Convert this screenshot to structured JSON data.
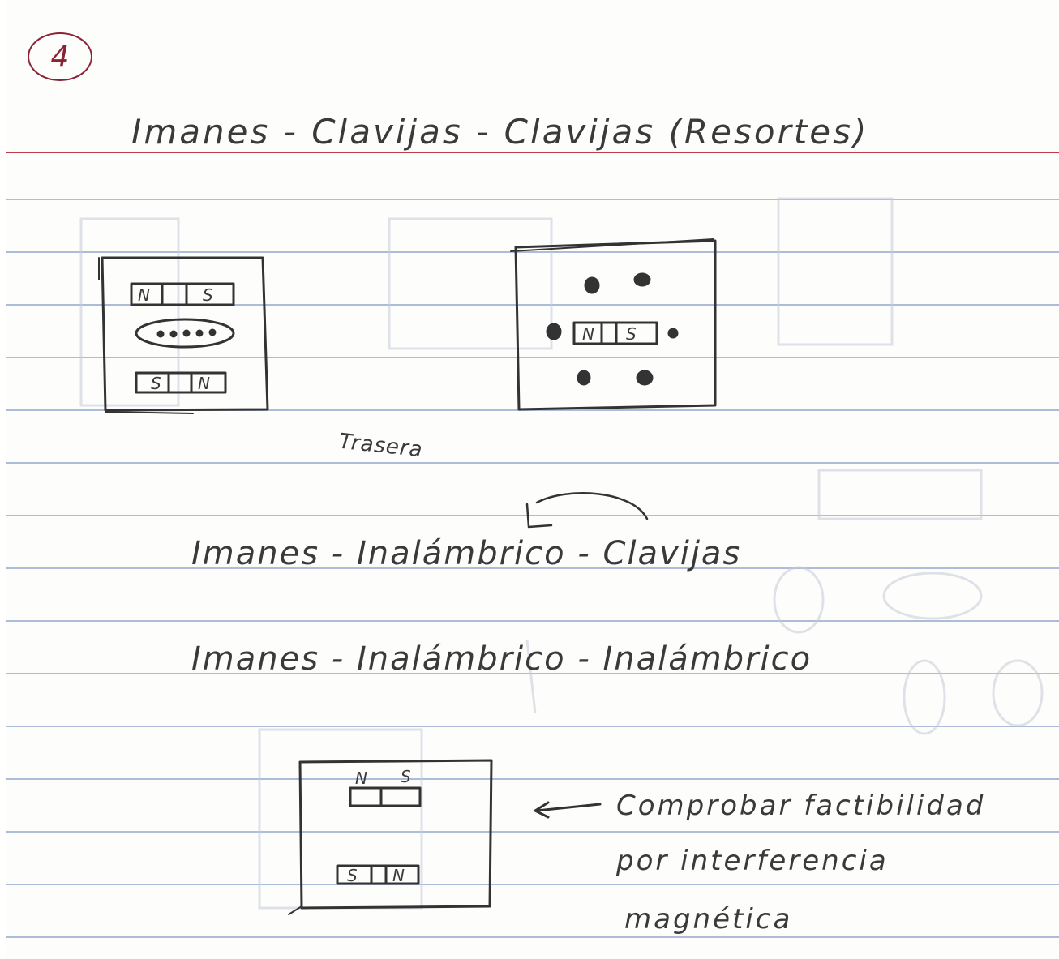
{
  "page": {
    "number": "4",
    "title": "Imanes - Clavijas - Clavijas (Resortes)"
  },
  "sketch_left": {
    "magnet_top": {
      "pole_a": "N",
      "pole_b": "S"
    },
    "magnet_bottom": {
      "pole_a": "S",
      "pole_b": "N"
    }
  },
  "sketch_right": {
    "label": "Trasera",
    "magnet": {
      "pole_a": "N",
      "pole_b": "S"
    }
  },
  "options": [
    "Imanes - Inalámbrico - Clavijas",
    "Imanes - Inalámbrico - Inalámbrico"
  ],
  "sketch_bottom": {
    "magnet_top": {
      "pole_a": "N",
      "pole_b": "S"
    },
    "magnet_bottom": {
      "pole_a": "S",
      "pole_b": "N"
    }
  },
  "note": {
    "line1": "Comprobar factibilidad",
    "line2": "por interferencia",
    "line3": "magnética"
  },
  "colors": {
    "ruling": "#9fb0d2",
    "margin_line": "#c03a4a",
    "ink": "#3a3a3a",
    "page_number_ink": "#8a2335"
  }
}
